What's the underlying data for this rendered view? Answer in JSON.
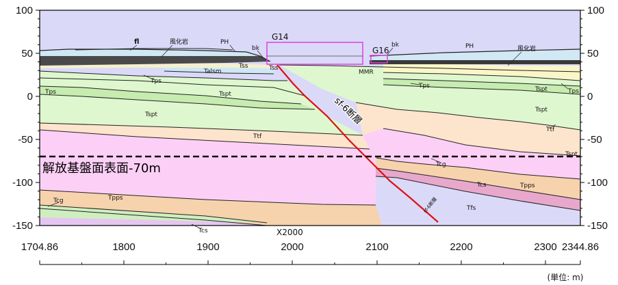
{
  "y_axis": {
    "left_ticks": [
      "100",
      "50",
      "0",
      "-50",
      "-100",
      "-150"
    ],
    "right_ticks": [
      "100",
      "50",
      "0",
      "-50",
      "-100",
      "-150"
    ]
  },
  "x_axis": {
    "tick_labels": [
      "1704.86",
      "1800",
      "1900",
      "2000",
      "2100",
      "2200",
      "2300",
      "2344.86"
    ],
    "annotation": "X2000",
    "unit": "(単位: m)"
  },
  "section_labels": {
    "fl": "fl",
    "weathered_left": "風化岩",
    "weathered_right": "風化岩",
    "ph_left": "PH",
    "ph_right": "PH",
    "bk_left": "bk",
    "bk_right": "bk",
    "tss_1": "Tss",
    "tss_2": "Tss",
    "talsm": "Talsm",
    "mmr": "MMR",
    "tps_left": "Tps",
    "tps_mid": "Tps",
    "tps_center": "Tps",
    "tps_right": "Tps",
    "tspt_left1": "Tspt",
    "tspt_left2": "Tspt",
    "tspt_right1": "Tspt",
    "tspt_right2": "Tspt",
    "tspt_right3": "Tspt",
    "ttf_center": "Ttf",
    "ttf_right": "Ttf",
    "tcg_left": "Tcg",
    "tcg_right": "Tcg",
    "tpps_left": "Tpps",
    "tpps_right": "Tpps",
    "tcs_bottom": "Tcs",
    "tcs_right": "Tcs",
    "tfs": "Tfs"
  },
  "boreholes": {
    "g14": "G14",
    "g16": "G16"
  },
  "fault": {
    "label": "sf-6断層",
    "label_small": "sf-6断層"
  },
  "base_line": {
    "label": "解放基盤面表面-70m"
  },
  "colors": {
    "fault": "#dd1111",
    "borehole_box": "#e040e0",
    "pink_layer": "#fcd0f6",
    "green_layer": "#d6f5c4",
    "peach_layer": "#f6d2ad"
  }
}
